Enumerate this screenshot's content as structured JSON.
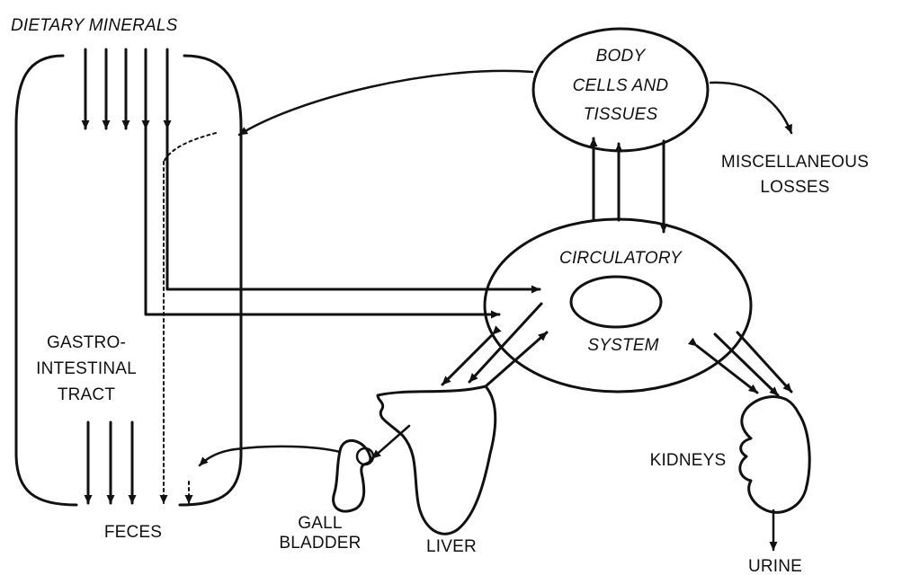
{
  "labels": {
    "dietary_minerals": "DIETARY MINERALS",
    "body_cells_line1": "BODY",
    "body_cells_line2": "CELLS AND",
    "body_cells_line3": "TISSUES",
    "misc_losses_line1": "MISCELLANEOUS",
    "misc_losses_line2": "LOSSES",
    "circulatory": "CIRCULATORY",
    "system": "SYSTEM",
    "gi_line1": "GASTRO-",
    "gi_line2": "INTESTINAL",
    "gi_line3": "TRACT",
    "feces": "FECES",
    "gall_line1": "GALL",
    "gall_line2": "BLADDER",
    "liver": "LIVER",
    "kidneys": "KIDNEYS",
    "urine": "URINE"
  }
}
